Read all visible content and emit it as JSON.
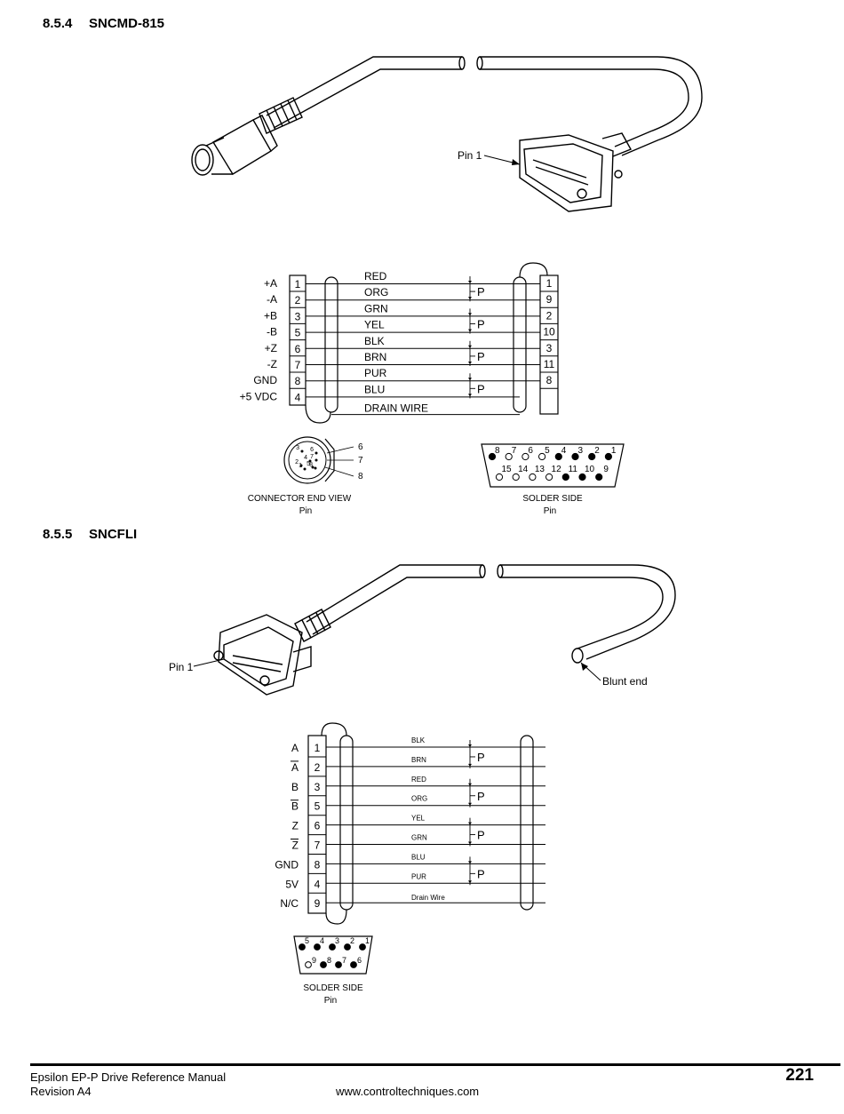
{
  "section1": {
    "number": "8.5.4",
    "title": "SNCMD-815",
    "pin1_label": "Pin 1",
    "signals": [
      "+A",
      "-A",
      "+B",
      "-B",
      "+Z",
      "-Z",
      "GND",
      "+5 VDC"
    ],
    "left_pins": [
      "1",
      "2",
      "3",
      "5",
      "6",
      "7",
      "8",
      "4"
    ],
    "wires": [
      "RED",
      "ORG",
      "GRN",
      "YEL",
      "BLK",
      "BRN",
      "PUR",
      "BLU"
    ],
    "drain_label": "DRAIN WIRE",
    "right_pins": [
      "1",
      "9",
      "2",
      "10",
      "3",
      "11",
      "8",
      ""
    ],
    "pair_label": "P",
    "connector_view_label": "CONNECTOR END VIEW",
    "connector_view_sub": "Pin",
    "connector_pins": [
      "1",
      "2",
      "3",
      "4",
      "5",
      "6",
      "7",
      "8"
    ],
    "solder_label": "SOLDER SIDE",
    "solder_sub": "Pin",
    "db15_top": [
      "8",
      "7",
      "6",
      "5",
      "4",
      "3",
      "2",
      "1"
    ],
    "db15_bottom": [
      "15",
      "14",
      "13",
      "12",
      "11",
      "10",
      "9"
    ]
  },
  "section2": {
    "number": "8.5.5",
    "title": "SNCFLI",
    "pin1_label": "Pin 1",
    "blunt_label": "Blunt end",
    "signals": [
      "A",
      "A",
      "B",
      "B",
      "Z",
      "Z",
      "GND",
      "5V",
      "N/C"
    ],
    "left_pins": [
      "1",
      "2",
      "3",
      "5",
      "6",
      "7",
      "8",
      "4",
      "9"
    ],
    "wires": [
      "BLK",
      "BRN",
      "RED",
      "ORG",
      "YEL",
      "GRN",
      "BLU",
      "PUR"
    ],
    "drain_label": "Drain Wire",
    "pair_label": "P",
    "solder_label": "SOLDER SIDE",
    "solder_sub": "Pin",
    "db9_top": [
      "5",
      "4",
      "3",
      "2",
      "1"
    ],
    "db9_bottom": [
      "9",
      "8",
      "7",
      "6"
    ]
  },
  "footer": {
    "manual_title": "Epsilon EP-P Drive Reference Manual",
    "revision": "Revision A4",
    "url": "www.controltechniques.com",
    "page_number": "221"
  }
}
